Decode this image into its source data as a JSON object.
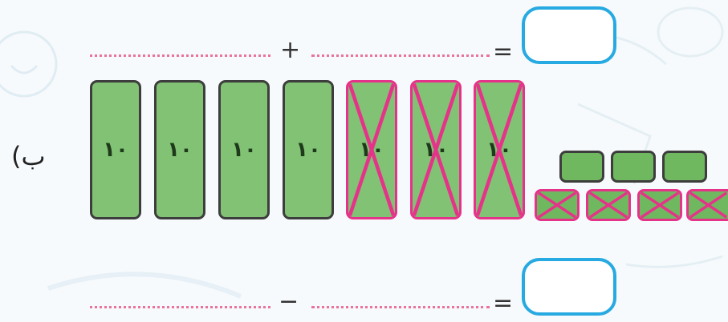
{
  "problem": {
    "part_label": "(ب",
    "top_equation": {
      "operator": "+",
      "equals": "="
    },
    "bottom_equation": {
      "operator": "−",
      "equals": "="
    }
  },
  "tens_rods": [
    {
      "label": "۱۰",
      "crossed": false
    },
    {
      "label": "۱۰",
      "crossed": false
    },
    {
      "label": "۱۰",
      "crossed": false
    },
    {
      "label": "۱۰",
      "crossed": false
    },
    {
      "label": "۱۰",
      "crossed": true
    },
    {
      "label": "۱۰",
      "crossed": true
    },
    {
      "label": "۱۰",
      "crossed": true
    }
  ],
  "unit_cubes": {
    "top_row": [
      {
        "crossed": false
      },
      {
        "crossed": false
      },
      {
        "crossed": false
      }
    ],
    "bottom_row": [
      {
        "crossed": true
      },
      {
        "crossed": true
      },
      {
        "crossed": true
      },
      {
        "crossed": true
      }
    ]
  },
  "colors": {
    "block_green": "#82c275",
    "cross_pink": "#e6338a",
    "answer_box_blue": "#27a9e1",
    "dotted_line_pink": "#e9739a"
  }
}
